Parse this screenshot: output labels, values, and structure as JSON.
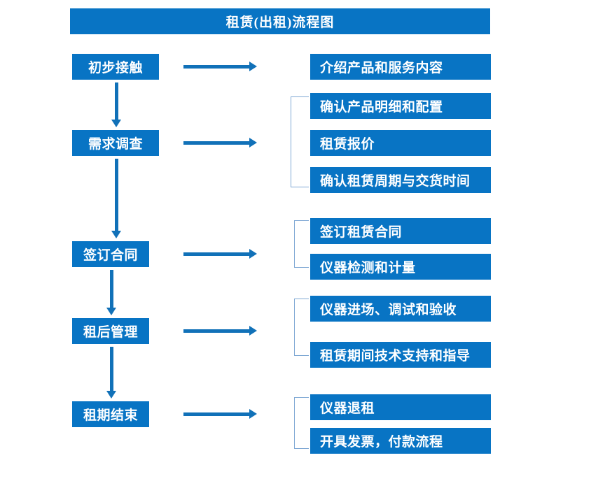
{
  "title": {
    "text": "租赁(出租)流程图"
  },
  "colors": {
    "box_fill": "#0874c4",
    "box_text": "#ffffff",
    "arrow": "#1171b8",
    "bracket": "#7fa8d4",
    "background": "#ffffff"
  },
  "stages": [
    {
      "label": "初步接触"
    },
    {
      "label": "需求调查"
    },
    {
      "label": "签订合同"
    },
    {
      "label": "租后管理"
    },
    {
      "label": "租期结束"
    }
  ],
  "details": {
    "group_1": [
      {
        "label": "介绍产品和服务内容"
      }
    ],
    "group_2": [
      {
        "label": "确认产品明细和配置"
      },
      {
        "label": "租赁报价"
      },
      {
        "label": "确认租赁周期与交货时间"
      }
    ],
    "group_3": [
      {
        "label": "签订租赁合同"
      },
      {
        "label": "仪器检测和计量"
      }
    ],
    "group_4": [
      {
        "label": "仪器进场、调试和验收"
      },
      {
        "label": "租赁期间技术支持和指导"
      }
    ],
    "group_5": [
      {
        "label": "仪器退租"
      },
      {
        "label": "开具发票，付款流程"
      }
    ]
  },
  "connectors": {
    "stage_arrows": [
      {
        "from": "初步接触",
        "to": "需求调查"
      },
      {
        "from": "需求调查",
        "to": "签订合同"
      },
      {
        "from": "签订合同",
        "to": "租后管理"
      },
      {
        "from": "租后管理",
        "to": "租期结束"
      }
    ],
    "branch_arrows": [
      {
        "from": "初步接触"
      },
      {
        "from": "需求调查"
      },
      {
        "from": "签订合同"
      },
      {
        "from": "租后管理"
      },
      {
        "from": "租期结束"
      }
    ]
  }
}
